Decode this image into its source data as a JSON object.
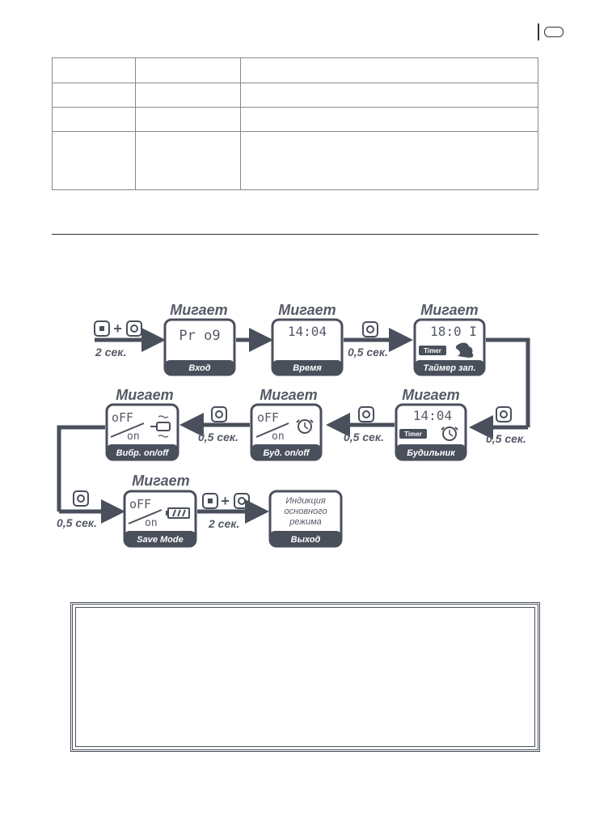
{
  "diagram": {
    "blink_label": "Мигает",
    "hold_2s": "2 сек.",
    "hold_05s": "0,5 сек.",
    "seg_prog": "Pr o9",
    "seg_time": "14:04",
    "seg_timer": "18:0 I",
    "seg_alarm": "14:04",
    "seg_off": "oFF",
    "seg_on": "on",
    "timer_badge": "Timer",
    "box_entry": "Вход",
    "box_time": "Время",
    "box_timer": "Таймер зап.",
    "box_alarm": "Будильник",
    "box_alarm_onoff": "Буд. on/off",
    "box_vibro_onoff": "Вибр. on/off",
    "box_save_mode": "Save Mode",
    "box_exit": "Выход",
    "exit_line1": "Индикция",
    "exit_line2": "основного",
    "exit_line3": "режима"
  },
  "colors": {
    "dark": "#4a4f5c",
    "text": "#555a66"
  }
}
